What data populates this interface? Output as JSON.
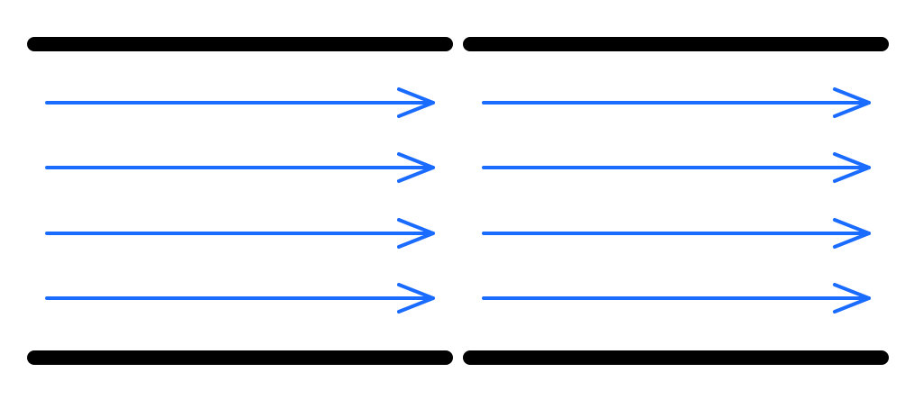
{
  "diagram": {
    "description_free": true,
    "colors": {
      "background": "#ffffff",
      "wall": "#000000",
      "arrow": "#1a6bff"
    },
    "panels": [
      {
        "id": "left",
        "walls": [
          "top",
          "bottom"
        ],
        "arrows": [
          {
            "direction": "right",
            "icon": "arrow-right-icon"
          },
          {
            "direction": "right",
            "icon": "arrow-right-icon"
          },
          {
            "direction": "right",
            "icon": "arrow-right-icon"
          },
          {
            "direction": "right",
            "icon": "arrow-right-icon"
          }
        ]
      },
      {
        "id": "right",
        "walls": [
          "top",
          "bottom"
        ],
        "arrows": [
          {
            "direction": "right",
            "icon": "arrow-right-icon"
          },
          {
            "direction": "right",
            "icon": "arrow-right-icon"
          },
          {
            "direction": "right",
            "icon": "arrow-right-icon"
          },
          {
            "direction": "right",
            "icon": "arrow-right-icon"
          }
        ]
      }
    ]
  }
}
